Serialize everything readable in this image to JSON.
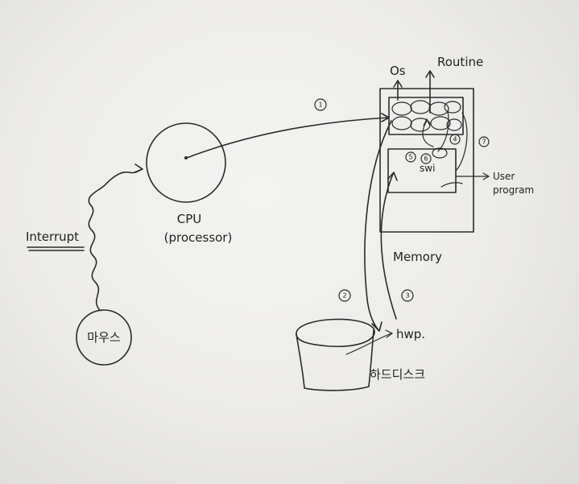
{
  "labels": {
    "interrupt": "Interrupt",
    "mouse": "마우스",
    "cpu": "CPU",
    "cpu_sub": "(processor)",
    "os": "Os",
    "routine": "Routine",
    "memory": "Memory",
    "user_1": "User",
    "user_2": "program",
    "swi": "swi",
    "file": "hwp.",
    "hdd": "하드디스크"
  },
  "steps": [
    "1",
    "2",
    "3",
    "4",
    "5",
    "6",
    "7"
  ]
}
